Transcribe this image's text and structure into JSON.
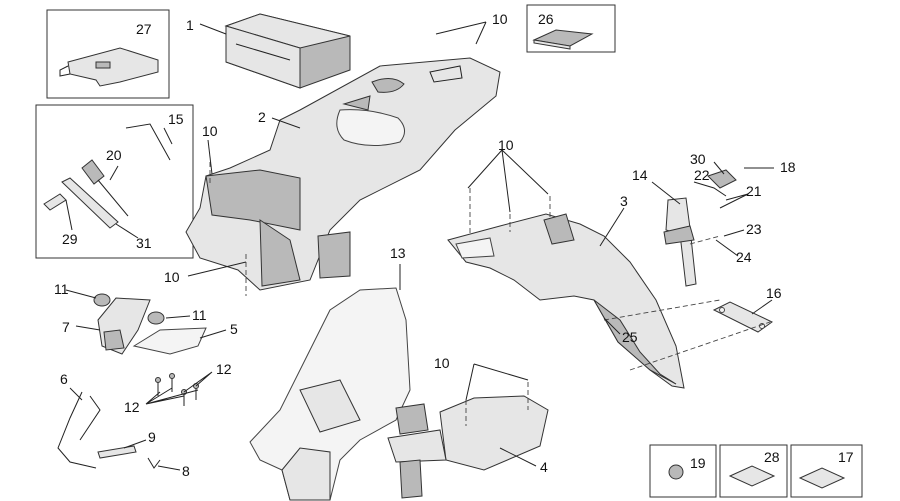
{
  "callouts": {
    "c1": "1",
    "c2": "2",
    "c3": "3",
    "c4": "4",
    "c5": "5",
    "c6": "6",
    "c7": "7",
    "c8": "8",
    "c9": "9",
    "c10a": "10",
    "c10b": "10",
    "c10c": "10",
    "c10d": "10",
    "c10e": "10",
    "c11a": "11",
    "c11b": "11",
    "c12a": "12",
    "c12b": "12",
    "c13": "13",
    "c14": "14",
    "c15": "15",
    "c16": "16",
    "c17": "17",
    "c18": "18",
    "c19": "19",
    "c20": "20",
    "c21": "21",
    "c22": "22",
    "c23": "23",
    "c24": "24",
    "c25": "25",
    "c26": "26",
    "c27": "27",
    "c28": "28",
    "c29": "29",
    "c30": "30",
    "c31": "31"
  }
}
